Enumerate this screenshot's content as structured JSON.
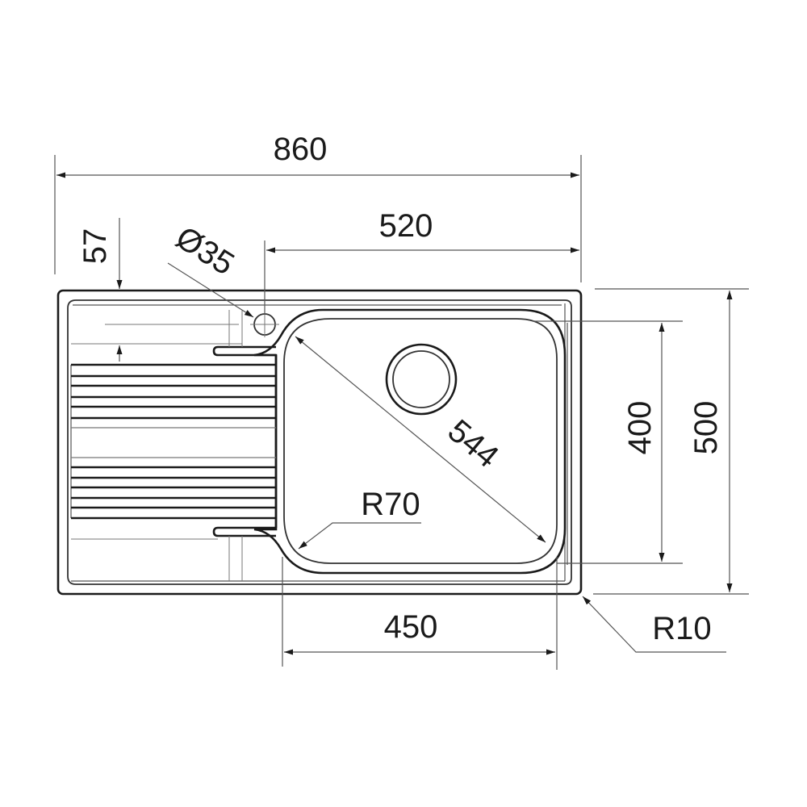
{
  "drawing": {
    "title": "Kitchen sink with drainboard - top view dimensions",
    "units": "mm",
    "colors": {
      "line": "#1a1a1a",
      "dimension_line": "#555555",
      "background": "#ffffff"
    }
  },
  "dimensions": {
    "overall_width": {
      "label": "860",
      "value": 860
    },
    "bowl_section_width": {
      "label": "520",
      "value": 520
    },
    "tap_hole_offset": {
      "label": "57",
      "value": 57
    },
    "tap_hole_diameter": {
      "label": "Ø35",
      "value": 35
    },
    "bowl_diagonal": {
      "label": "544",
      "value": 544
    },
    "bowl_corner_radius": {
      "label": "R70",
      "value": 70
    },
    "bowl_depth_length": {
      "label": "400",
      "value": 400
    },
    "overall_depth": {
      "label": "500",
      "value": 500
    },
    "bowl_width": {
      "label": "450",
      "value": 450
    },
    "outer_corner_radius": {
      "label": "R10",
      "value": 10
    }
  },
  "components": {
    "drainboard": {
      "rib_groups": 2,
      "ribs_per_group": 5
    },
    "bowl": {
      "drain_outlet": "circular-waste-outlet"
    },
    "tap_hole": "circular-tap-hole"
  }
}
